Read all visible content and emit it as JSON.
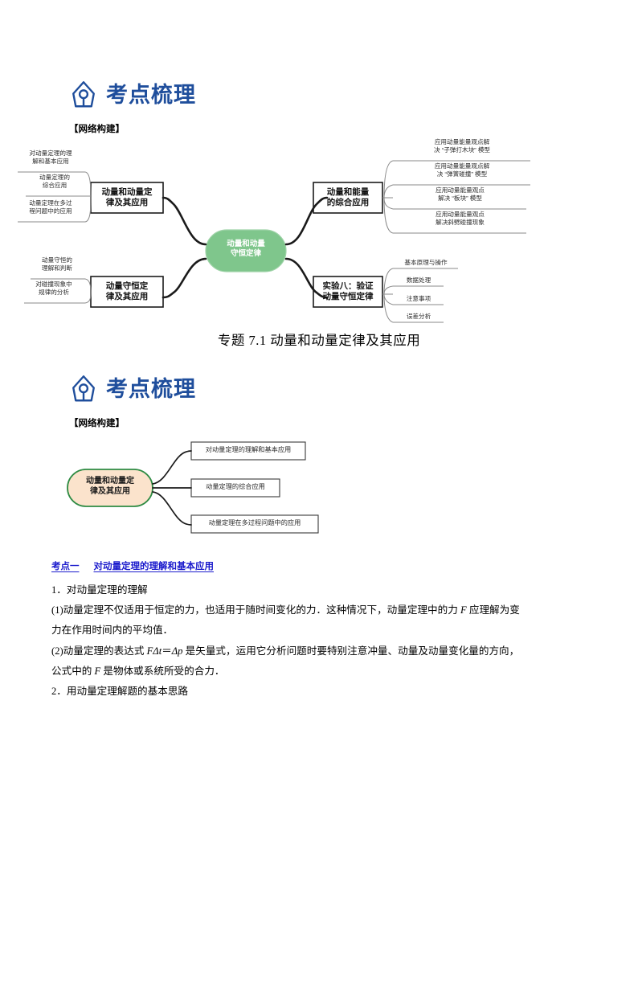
{
  "sections": [
    {
      "icon": "pen-nib-icon",
      "title": "考点梳理",
      "net_label": "【网络构建】"
    },
    {
      "icon": "pen-nib-icon",
      "title": "考点梳理",
      "net_label": "【网络构建】"
    }
  ],
  "colors": {
    "header_blue": "#1F4E9C",
    "center_green": "#7FC68C",
    "center_green_border": "#5AA86A",
    "node2_fill": "#FBE3CC",
    "node2_border": "#2E8B43",
    "link_dark": "#1a1a1a",
    "link_gray": "#8a8a8a",
    "heading_blue": "#1a1acc"
  },
  "mindmap1": {
    "center": "动量和动量\n守恒定律",
    "branches": [
      {
        "label": "动量和动量定\n律及其应用",
        "side": "left",
        "leaves": [
          "对动量定理的理\n解和基本应用",
          "动量定理的\n综合应用",
          "动量定理在多过\n程问题中的应用"
        ]
      },
      {
        "label": "动量守恒定\n律及其应用",
        "side": "left",
        "leaves": [
          "动量守恒的\n理解和判断",
          "对碰撞现象中\n规律的分析"
        ]
      },
      {
        "label": "动量和能量\n的综合应用",
        "side": "right",
        "leaves": [
          "应用动量能量观点解\n决 “子弹打木块” 模型",
          "应用动量能量观点解\n决 “弹簧碰撞” 模型",
          "应用动量能量观点\n解决 “板块” 模型",
          "应用动量能量观点\n解决斜劈碰撞现象"
        ]
      },
      {
        "label": "实验八：验证\n动量守恒定律",
        "side": "right",
        "leaves": [
          "基本原理与操作",
          "数据处理",
          "注意事项",
          "误差分析"
        ]
      }
    ]
  },
  "doc_title": "专题 7.1 动量和动量定律及其应用",
  "mindmap2": {
    "center": "动量和动量定\n律及其应用",
    "leaves": [
      "对动量定理的理解和基本应用",
      "动量定理的综合应用",
      "动量定理在多过程问题中的应用"
    ]
  },
  "kaodian": {
    "label": "考点一",
    "title": "对动量定理的理解和基本应用"
  },
  "body": {
    "p1": "1．对动量定理的理解",
    "p2_a": "(1)动量定理不仅适用于恒定的力，也适用于随时间变化的力．这种情况下，动量定理中的力 ",
    "p2_f": "F",
    "p2_b": " 应理解为变",
    "p3": "力在作用时间内的平均值．",
    "p4_a": "(2)动量定理的表达式 ",
    "p4_f1": "F",
    "p4_f2": "Δt",
    "p4_eq": "＝",
    "p4_f3": "Δp",
    "p4_b": " 是矢量式，运用它分析问题时要特别注意冲量、动量及动量变化量的方向，",
    "p5_a": "公式中的 ",
    "p5_f": "F",
    "p5_b": " 是物体或系统所受的合力．",
    "p6": "2．用动量定理解题的基本思路"
  }
}
